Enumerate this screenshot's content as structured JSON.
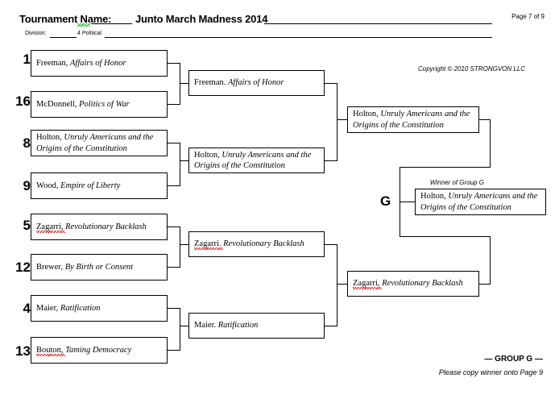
{
  "header": {
    "tournament_label": "Tournament Name:",
    "tournament_value": "Junto March Madness 2014",
    "page_number": "Page 7 of 9",
    "division_label": "Division:",
    "division_value": "4 Political",
    "copyright": "Copyright © 2010 STRONGVON LLC"
  },
  "footer": {
    "group_title": "— GROUP G —",
    "group_note": "Please copy winner onto Page 9",
    "winner_caption": "Winner of Group G",
    "group_letter": "G"
  },
  "bracket": {
    "round1": [
      {
        "seed": "1",
        "author": "Freeman,",
        "title": "Affairs of Honor",
        "misspelled": false
      },
      {
        "seed": "16",
        "author": "McDonnell,",
        "title": "Politics of War",
        "misspelled": false
      },
      {
        "seed": "8",
        "author": "Holton,",
        "title": "Unruly Americans and the Origins of the Constitution",
        "misspelled": false
      },
      {
        "seed": "9",
        "author": "Wood,",
        "title": "Empire of Liberty",
        "misspelled": false
      },
      {
        "seed": "5",
        "author": "Zagarri,",
        "title": "Revolutionary Backlash",
        "misspelled": true
      },
      {
        "seed": "12",
        "author": "Brewer,",
        "title": "By Birth or Consent",
        "misspelled": false
      },
      {
        "seed": "4",
        "author": "Maier,",
        "title": "Ratification",
        "misspelled": false
      },
      {
        "seed": "13",
        "author": "Bouton,",
        "title": "Taming Democracy",
        "misspelled": true
      }
    ],
    "round2": [
      {
        "author": "Freeman.",
        "title": "Affairs of Honor",
        "misspelled": false
      },
      {
        "author": "Holton,",
        "title": "Unruly Americans and the Origins of the Constitution",
        "misspelled": false
      },
      {
        "author": "Zagarri.",
        "title": "Revolutionary Backlash",
        "misspelled": true
      },
      {
        "author": "Maier.",
        "title": "Ratification",
        "misspelled": false
      }
    ],
    "round3": [
      {
        "author": "Holton,",
        "title": "Unruly Americans and the Origins of the Constitution",
        "misspelled": false
      },
      {
        "author": "Zagarri,",
        "title": "Revolutionary Backlash",
        "misspelled": true
      }
    ],
    "final": {
      "author": "Holton,",
      "title": "Unruly Americans and the Origins of the Constitution",
      "misspelled": false
    }
  }
}
